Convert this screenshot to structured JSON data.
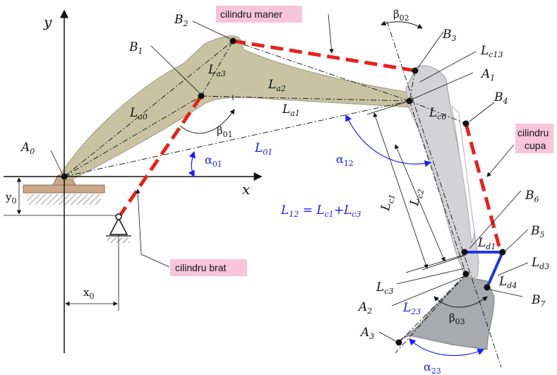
{
  "axes": {
    "x_label": "x",
    "y_label": "y",
    "x0_label": "x",
    "x0_sub": "0",
    "y0_label": "y",
    "y0_sub": "0"
  },
  "tags": {
    "maner": "cilindru maner",
    "cupa_line1": "cilindru",
    "cupa_line2": "cupa",
    "brat": "cilindru brat"
  },
  "points": {
    "A0": {
      "m": "A",
      "s": "0"
    },
    "A1": {
      "m": "A",
      "s": "1"
    },
    "A2": {
      "m": "A",
      "s": "2"
    },
    "A3": {
      "m": "A",
      "s": "3"
    },
    "B1": {
      "m": "B",
      "s": "1"
    },
    "B2": {
      "m": "B",
      "s": "2"
    },
    "B3": {
      "m": "B",
      "s": "3"
    },
    "B4": {
      "m": "B",
      "s": "4"
    },
    "B5": {
      "m": "B",
      "s": "5"
    },
    "B6": {
      "m": "B",
      "s": "6"
    },
    "B7": {
      "m": "B",
      "s": "7"
    }
  },
  "lengths": {
    "La0": {
      "m": "L",
      "s": "a0"
    },
    "La1": {
      "m": "L",
      "s": "a1"
    },
    "La2": {
      "m": "L",
      "s": "a2"
    },
    "La3": {
      "m": "L",
      "s": "a3"
    },
    "L01": {
      "m": "L",
      "s": "01"
    },
    "L23": {
      "m": "L",
      "s": "23"
    },
    "Lc1": {
      "m": "L",
      "s": "c1"
    },
    "Lc2": {
      "m": "L",
      "s": "c2"
    },
    "Lc3": {
      "m": "L",
      "s": "c3"
    },
    "Lc6": {
      "m": "L",
      "s": "c6"
    },
    "Lc13": {
      "m": "L",
      "s": "c13"
    },
    "Ld1": {
      "m": "L",
      "s": "d1"
    },
    "Ld3": {
      "m": "L",
      "s": "d3"
    },
    "Ld4": {
      "m": "L",
      "s": "d4"
    }
  },
  "angles": {
    "alpha01": {
      "m": "α",
      "s": "01"
    },
    "alpha12": {
      "m": "α",
      "s": "12"
    },
    "alpha23": {
      "m": "α",
      "s": "23"
    },
    "beta01": {
      "m": "β",
      "s": "01"
    },
    "beta02": {
      "m": "β",
      "s": "02"
    },
    "beta03": {
      "m": "β",
      "s": "03"
    }
  },
  "equation": {
    "p1": "L",
    "s1": "12",
    "p2": " = L",
    "s2": "c1",
    "p3": "+L",
    "s3": "c3"
  },
  "colors": {
    "arm": "#c8c4a3",
    "stick": "#d3d3d6",
    "bucket": "#a9aaad",
    "ground": "#c9a88a",
    "cylinder": "#e8201c",
    "linkage": "#1f35e0",
    "tag_bg": "#f6c6d8",
    "blue": "#1a1aff"
  }
}
